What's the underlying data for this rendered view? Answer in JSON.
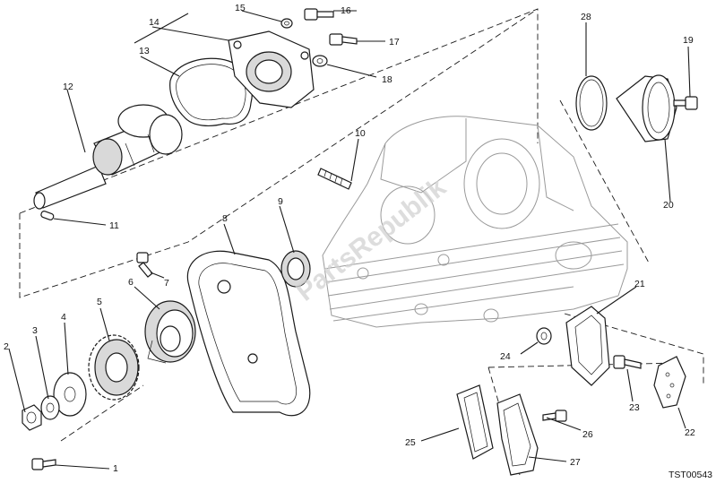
{
  "diagram": {
    "code": "TST00543",
    "watermark": "PartsRepublik",
    "callouts": [
      "1",
      "2",
      "3",
      "4",
      "5",
      "6",
      "7",
      "8",
      "9",
      "10",
      "11",
      "12",
      "13",
      "14",
      "15",
      "16",
      "17",
      "18",
      "19",
      "20",
      "21",
      "22",
      "23",
      "24",
      "25",
      "26",
      "27",
      "28"
    ]
  }
}
